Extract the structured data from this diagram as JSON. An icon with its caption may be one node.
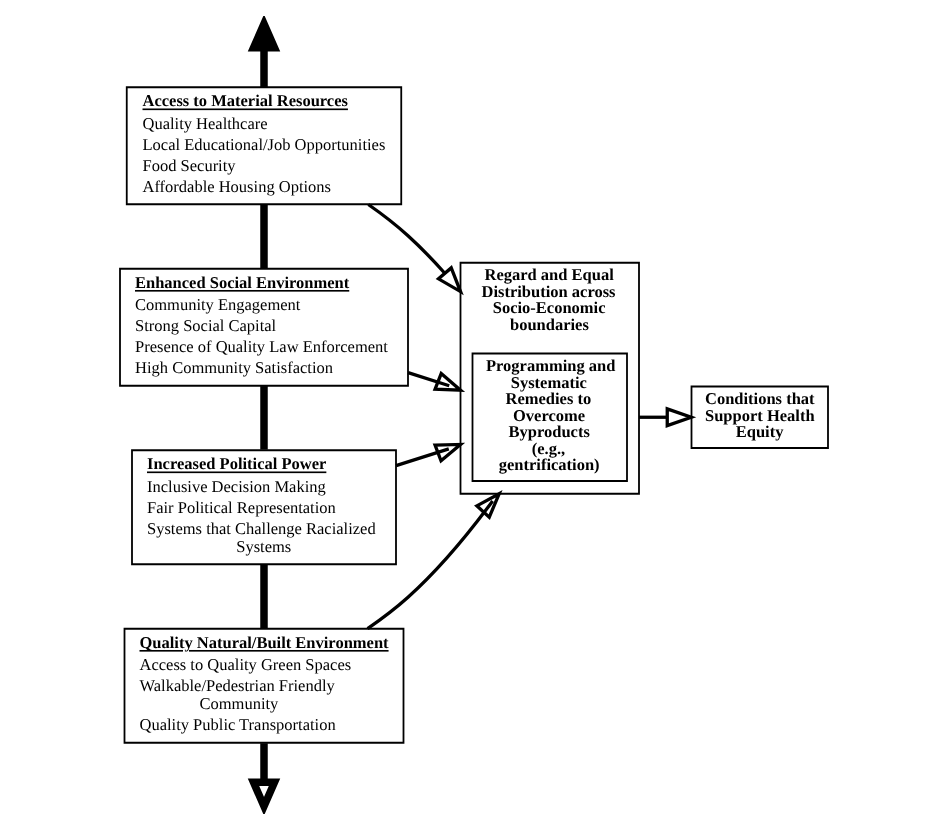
{
  "diagram": {
    "nodes": [
      {
        "text": [
          "Access to Material Resources",
          "Quality Healthcare",
          "Local Educational/Job Opportunities",
          "Food Security",
          "Affordable Housing Options"
        ]
      },
      {
        "text": [
          "Enhanced Social Environment",
          "Community Engagement",
          "Strong Social Capital",
          "Presence of Quality Law Enforcement",
          "High Community Satisfaction"
        ]
      },
      {
        "text": [
          "Increased Political Power",
          "Inclusive Decision Making",
          "Fair Political Representation",
          "Systems that Challenge Racialized Systems"
        ]
      },
      {
        "text": [
          "Quality Natural/Built Environment",
          "Access to Quality Green Spaces",
          "Walkable/Pedestrian Friendly Community",
          "Quality Public Transportation"
        ]
      },
      {
        "text": [
          "Regard and Equal Distribution across Socio-Economic boundaries"
        ]
      },
      {
        "text": [
          "Programming and Systematic Remedies to Overcome Byproducts (e.g., gentrification)"
        ],
        "in": 4
      },
      {
        "text": [
          "Conditions that Support Health Equity"
        ]
      }
    ],
    "edges": [
      {
        "from": 0,
        "to": null,
        "arrow": "to",
        "style": "thick"
      },
      {
        "from": 0,
        "to": 1,
        "arrow": "none",
        "style": "thick"
      },
      {
        "from": 1,
        "to": 2,
        "arrow": "none",
        "style": "thick"
      },
      {
        "from": 2,
        "to": 3,
        "arrow": "none",
        "style": "thick"
      },
      {
        "from": 3,
        "to": null,
        "arrow": "to",
        "style": "thick"
      },
      {
        "from": 0,
        "to": 4,
        "arrow": "to"
      },
      {
        "from": 1,
        "to": 4,
        "arrow": "to"
      },
      {
        "from": 2,
        "to": 4,
        "arrow": "to"
      },
      {
        "from": 3,
        "to": 4,
        "arrow": "to"
      },
      {
        "from": 4,
        "to": 6,
        "arrow": "to"
      }
    ]
  }
}
